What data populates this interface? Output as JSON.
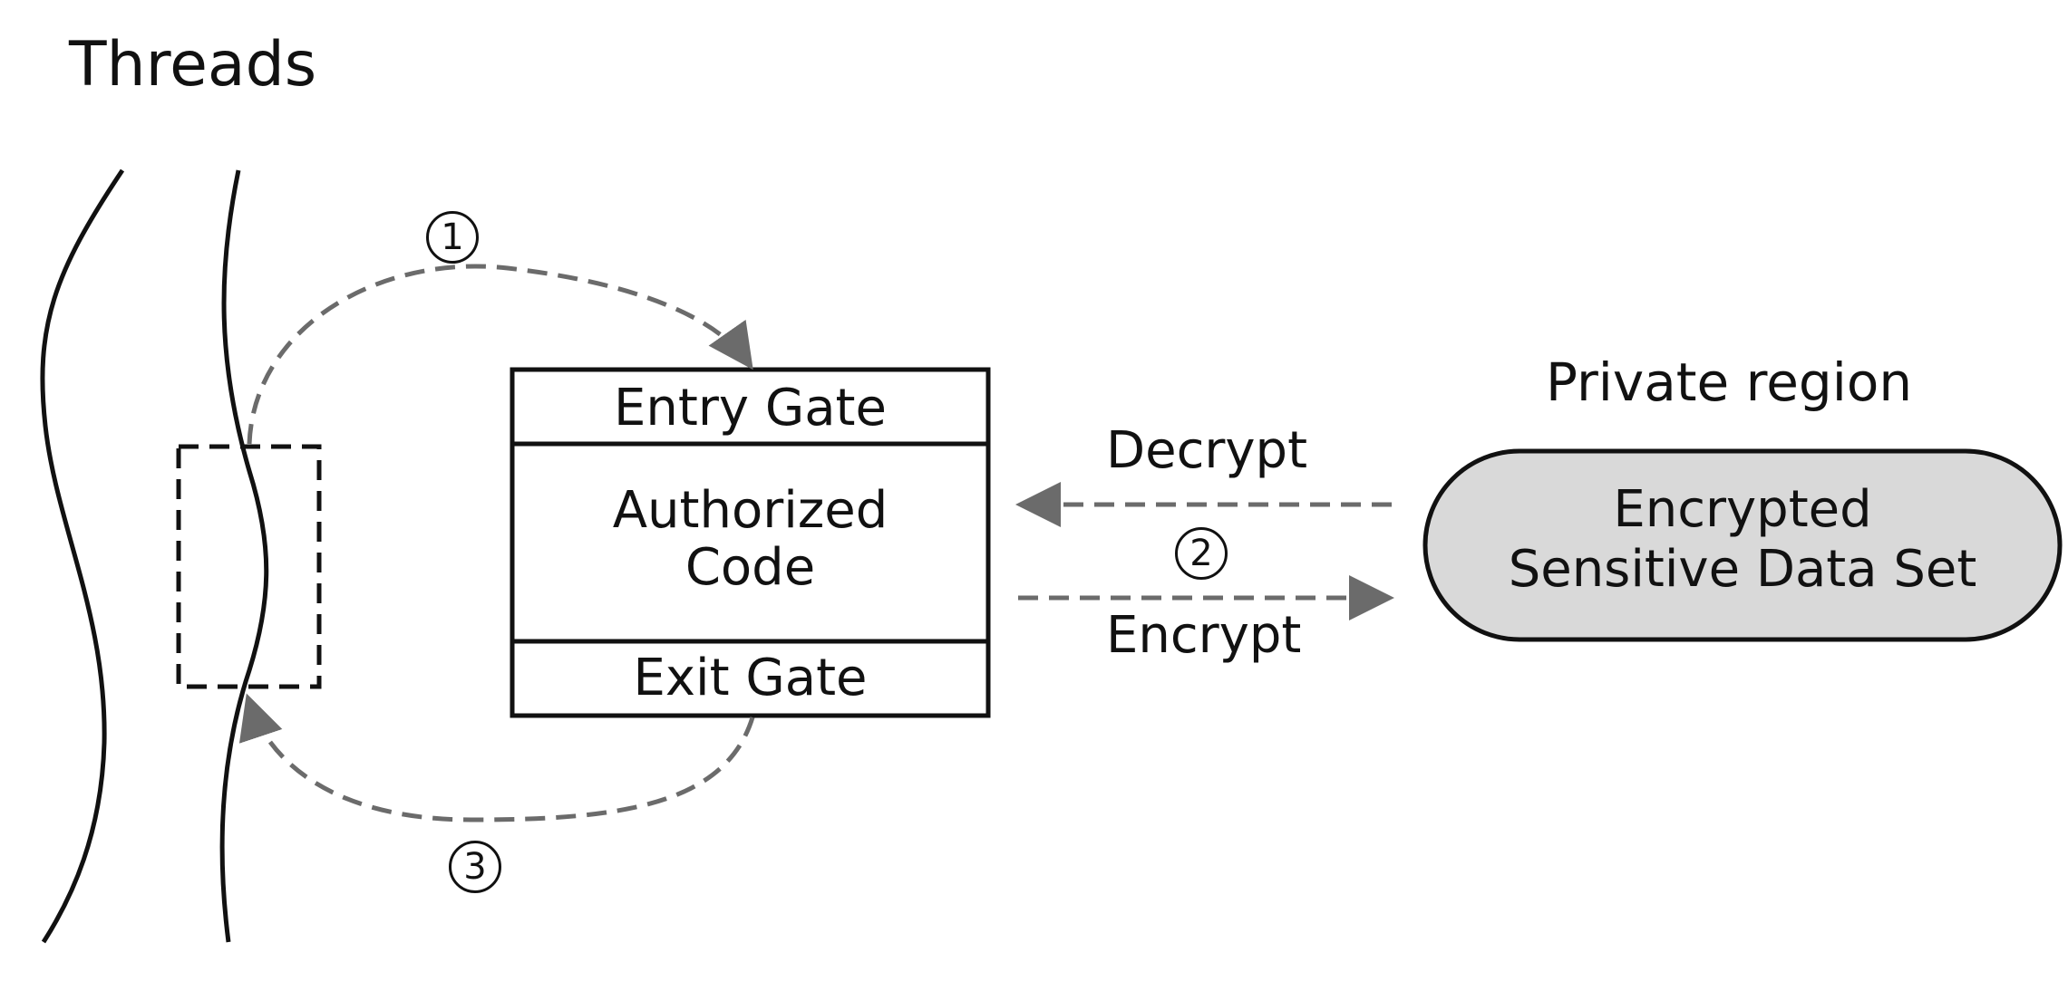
{
  "title": "Threads",
  "enclave": {
    "entry_gate": "Entry Gate",
    "code_line1": "Authorized",
    "code_line2": "Code",
    "exit_gate": "Exit Gate"
  },
  "private_region": {
    "title": "Private region",
    "data_line1": "Encrypted",
    "data_line2": "Sensitive Data Set"
  },
  "flow": {
    "decrypt": "Decrypt",
    "encrypt": "Encrypt"
  },
  "steps": {
    "one": "1",
    "two": "2",
    "three": "3"
  },
  "colors": {
    "line": "#111111",
    "arrow": "#6b6b6b",
    "data_fill": "#d9d9d9"
  }
}
